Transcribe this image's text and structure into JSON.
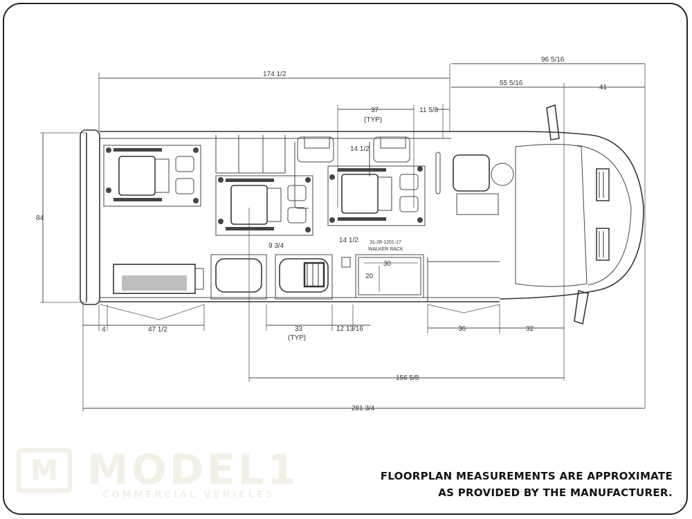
{
  "dimensions": {
    "total_length": "281 3/4",
    "interior_length": "174 1/2",
    "cab_length": "96 5/16",
    "cab_front": "55 5/16",
    "cab_nose": "41",
    "width": "84",
    "seat_pitch_typ": "37",
    "typ_label": "(TYP)",
    "step_11": "11 5/8",
    "aisle_top": "14 1/2",
    "aisle_mid": "14 1/2",
    "gap_9": "9 3/4",
    "rear_4": "4",
    "rear_47": "47 1/2",
    "seat_33": "33",
    "gap_12": "12 13/16",
    "door_36": "36",
    "door_32": "32",
    "span_156": "156 5/8",
    "rack_30": "30",
    "rack_20": "20",
    "rack_label_1": "31-28-1201-17",
    "rack_label_2": "WALKER RACK"
  },
  "branding": {
    "logo_letter": "M",
    "logo_word": "MODEL1",
    "logo_sub": "COMMERCIAL VEHICLES"
  },
  "disclaimer": {
    "line1": "FLOORPLAN MEASUREMENTS ARE APPROXIMATE",
    "line2": "AS PROVIDED BY THE MANUFACTURER."
  }
}
